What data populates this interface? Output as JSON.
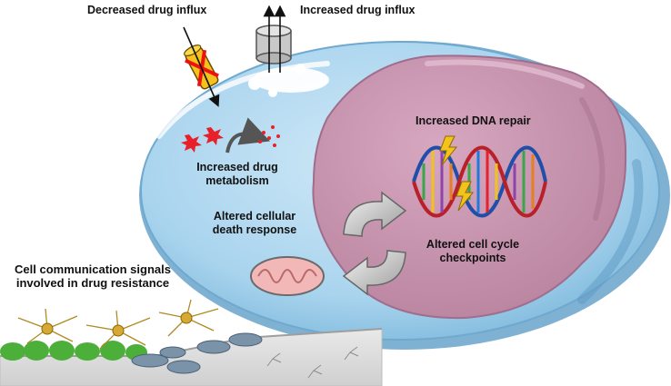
{
  "labels": {
    "decreased_influx": "Decreased drug influx",
    "increased_influx": "Increased drug influx",
    "dna_repair": "Increased DNA repair",
    "metabolism_line1": "Increased drug",
    "metabolism_line2": "metabolism",
    "death_line1": "Altered cellular",
    "death_line2": "death response",
    "cycle_line1": "Altered cell cycle",
    "cycle_line2": "checkpoints",
    "communication_line1": "Cell communication signals",
    "communication_line2": "involved in drug resistance"
  },
  "colors": {
    "cytoplasm": "#a9d4ee",
    "cytoplasm_edge": "#6fa9cf",
    "nucleus": "#c796b1",
    "nucleus_edge": "#a06d8c",
    "mitochondrion": "#f2b8b8",
    "drug_dot": "#e8202a",
    "channel_blocked": "#f4c21c",
    "channel_open": "#c9c9c9",
    "epithelium_green": "#4caf3a",
    "neuron_like": "#d7a836"
  },
  "icons": {
    "blocked_channel": "blocked-transporter-icon",
    "open_channel": "open-transporter-icon",
    "dna": "dna-helix-icon",
    "cycle": "cycle-arrows-icon",
    "mitochondrion": "mitochondrion-icon",
    "metabolism_arrow": "curved-arrow-icon"
  }
}
